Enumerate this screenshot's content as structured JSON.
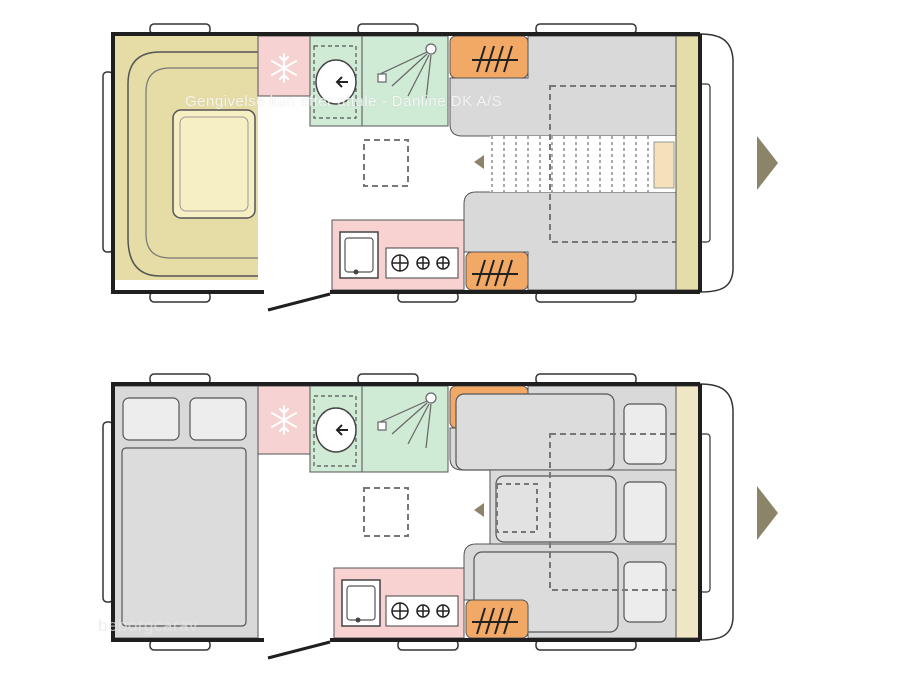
{
  "watermarks": {
    "top": "Gengivelse kun efter aftale - Danline DK A/S",
    "bottom": "beborgcarav"
  },
  "plans": [
    {
      "id": "top",
      "variant": "dinette day layout"
    },
    {
      "id": "bottom",
      "variant": "bed night layout"
    }
  ],
  "icons": [
    "snowflake-icon",
    "sink-icon",
    "shower-icon",
    "heater-icon",
    "stove-burner-icon",
    "direction-arrow-icon",
    "skylight-icon"
  ],
  "colors": {
    "wall": "#1f1f1f",
    "dinette": "#e6dca6",
    "dinette_cushion": "#f6efc4",
    "fridge": "#f6d2d2",
    "bathroom": "#cfead5",
    "heater": "#f2a965",
    "bed": "#d9d9d9",
    "kitchen": "#f8d1d1",
    "front_panel": "#e4dca9",
    "front_panel_bottom": "#efe6c6",
    "arrow": "#8c8468",
    "pillow": "#f4e1b9"
  }
}
